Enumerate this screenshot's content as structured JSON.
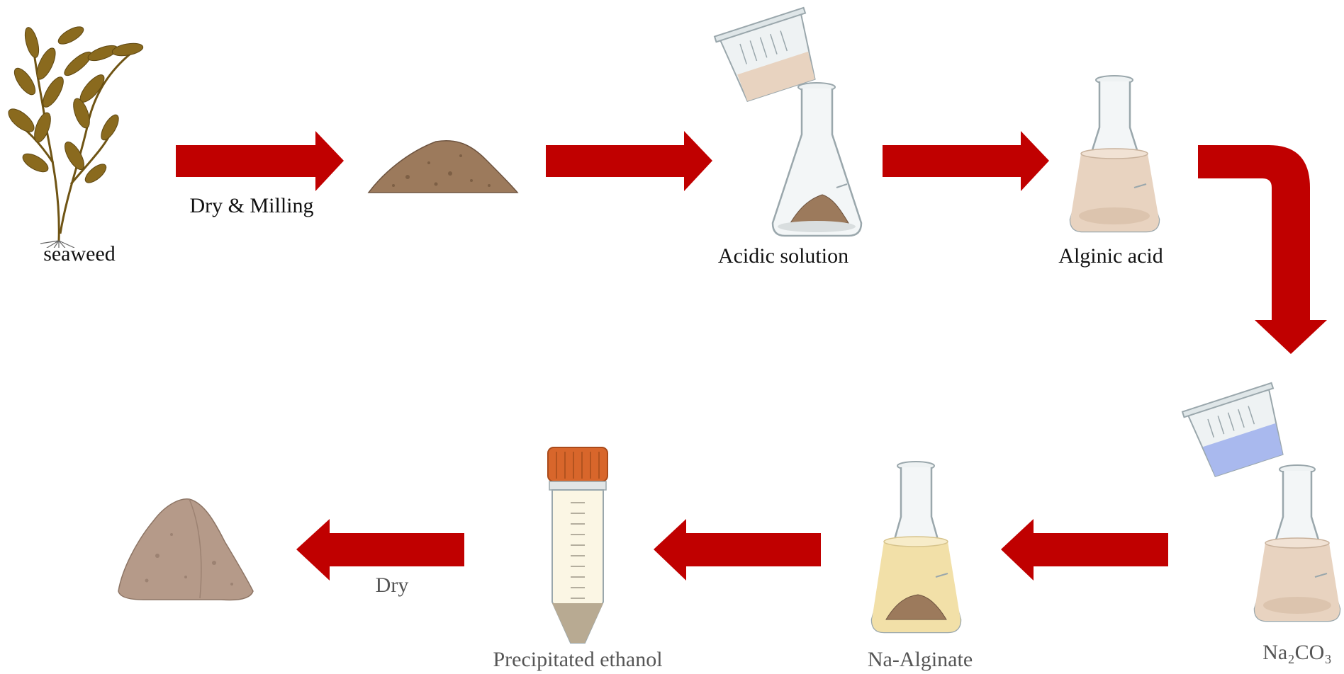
{
  "labels": {
    "seaweed": "seaweed",
    "dry_milling": "Dry & Milling",
    "acidic_solution": "Acidic solution",
    "alginic_acid": "Alginic acid",
    "na2co3": "Na₂CO₃",
    "na_alginate": "Na-Alginate",
    "precipitated_ethanol": "Precipitated ethanol",
    "dry": "Dry"
  },
  "colors": {
    "arrow": "#c00000",
    "powder": "#9c7a5c",
    "glass": "#c9d2d6",
    "acid_liquid": "#e8d3c0",
    "na2co3_liquid": "#a9b9ee",
    "alginate_liquid": "#f2e0a8",
    "tube_cap": "#d8662b",
    "seaweed": "#8a6a1e",
    "dried_product": "#b59a89"
  },
  "icons": [
    "seaweed-icon",
    "powder-pile-icon",
    "beaker-icon",
    "erlenmeyer-flask-icon",
    "centrifuge-tube-icon",
    "dried-powder-icon"
  ]
}
